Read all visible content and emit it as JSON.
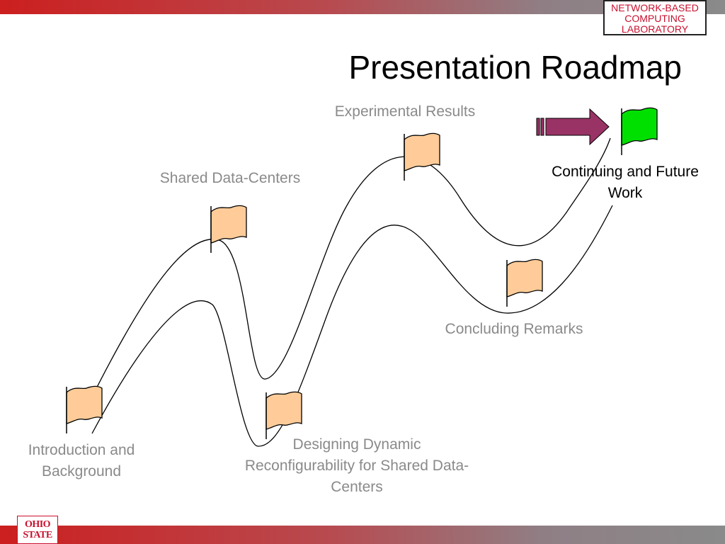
{
  "slide": {
    "title": "Presentation Roadmap",
    "header_logo_lines": [
      "NETWORK-BASED",
      "COMPUTING",
      "LABORATORY"
    ],
    "footer_logo_lines": [
      "OHIO",
      "STATE"
    ]
  },
  "roadmap": {
    "milestones": [
      {
        "label": "Introduction and Background",
        "status": "done"
      },
      {
        "label": "Shared Data-Centers",
        "status": "done"
      },
      {
        "label": "Designing Dynamic Reconfigurability for Shared Data-Centers",
        "status": "done"
      },
      {
        "label": "Experimental Results",
        "status": "done"
      },
      {
        "label": "Concluding Remarks",
        "status": "done"
      },
      {
        "label": "Continuing and Future Work",
        "status": "current"
      }
    ]
  },
  "colors": {
    "brand_red": "#c8102e",
    "flag_done": "#ffcc99",
    "flag_current": "#00e000",
    "arrow": "#993366",
    "done_label": "#8a8a8a",
    "current_label": "#000000"
  },
  "icons": {
    "milestone_flag": "flag-icon",
    "current_marker": "right-arrow-icon"
  }
}
